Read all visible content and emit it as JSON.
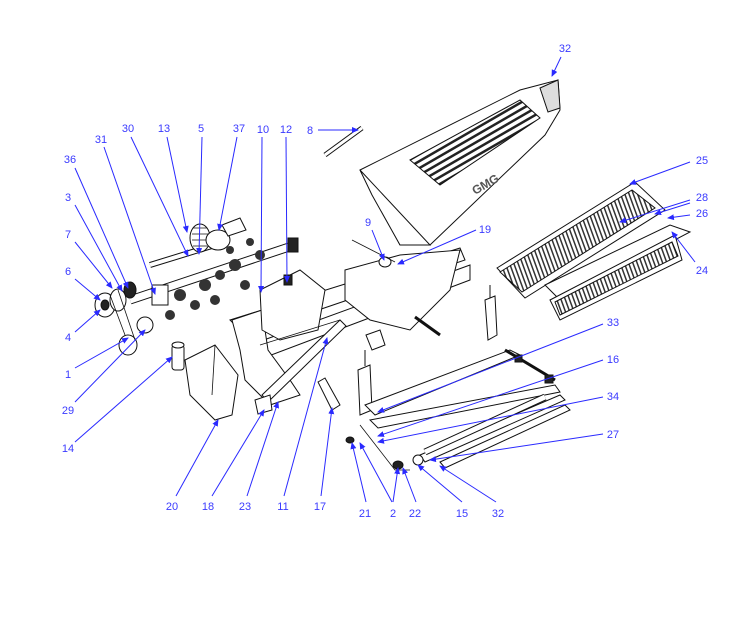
{
  "diagram": {
    "title": "Exploded parts view",
    "label_color": "#3a3aff",
    "callouts": [
      {
        "id": "c32top",
        "text": "32"
      },
      {
        "id": "c8",
        "text": "8"
      },
      {
        "id": "c31",
        "text": "31"
      },
      {
        "id": "c30",
        "text": "30"
      },
      {
        "id": "c13",
        "text": "13"
      },
      {
        "id": "c5",
        "text": "5"
      },
      {
        "id": "c37",
        "text": "37"
      },
      {
        "id": "c10",
        "text": "10"
      },
      {
        "id": "c12",
        "text": "12"
      },
      {
        "id": "c36",
        "text": "36"
      },
      {
        "id": "c3",
        "text": "3"
      },
      {
        "id": "c7",
        "text": "7"
      },
      {
        "id": "c6",
        "text": "6"
      },
      {
        "id": "c4",
        "text": "4"
      },
      {
        "id": "c1",
        "text": "1"
      },
      {
        "id": "c29",
        "text": "29"
      },
      {
        "id": "c14",
        "text": "14"
      },
      {
        "id": "c9",
        "text": "9"
      },
      {
        "id": "c19",
        "text": "19"
      },
      {
        "id": "c25",
        "text": "25"
      },
      {
        "id": "c28",
        "text": "28"
      },
      {
        "id": "c26",
        "text": "26"
      },
      {
        "id": "c24",
        "text": "24"
      },
      {
        "id": "c33",
        "text": "33"
      },
      {
        "id": "c16",
        "text": "16"
      },
      {
        "id": "c34",
        "text": "34"
      },
      {
        "id": "c27",
        "text": "27"
      },
      {
        "id": "c20",
        "text": "20"
      },
      {
        "id": "c18",
        "text": "18"
      },
      {
        "id": "c23",
        "text": "23"
      },
      {
        "id": "c11",
        "text": "11"
      },
      {
        "id": "c17",
        "text": "17"
      },
      {
        "id": "c21",
        "text": "21"
      },
      {
        "id": "c2",
        "text": "2"
      },
      {
        "id": "c22",
        "text": "22"
      },
      {
        "id": "c15",
        "text": "15"
      },
      {
        "id": "c32bot",
        "text": "32"
      }
    ]
  }
}
